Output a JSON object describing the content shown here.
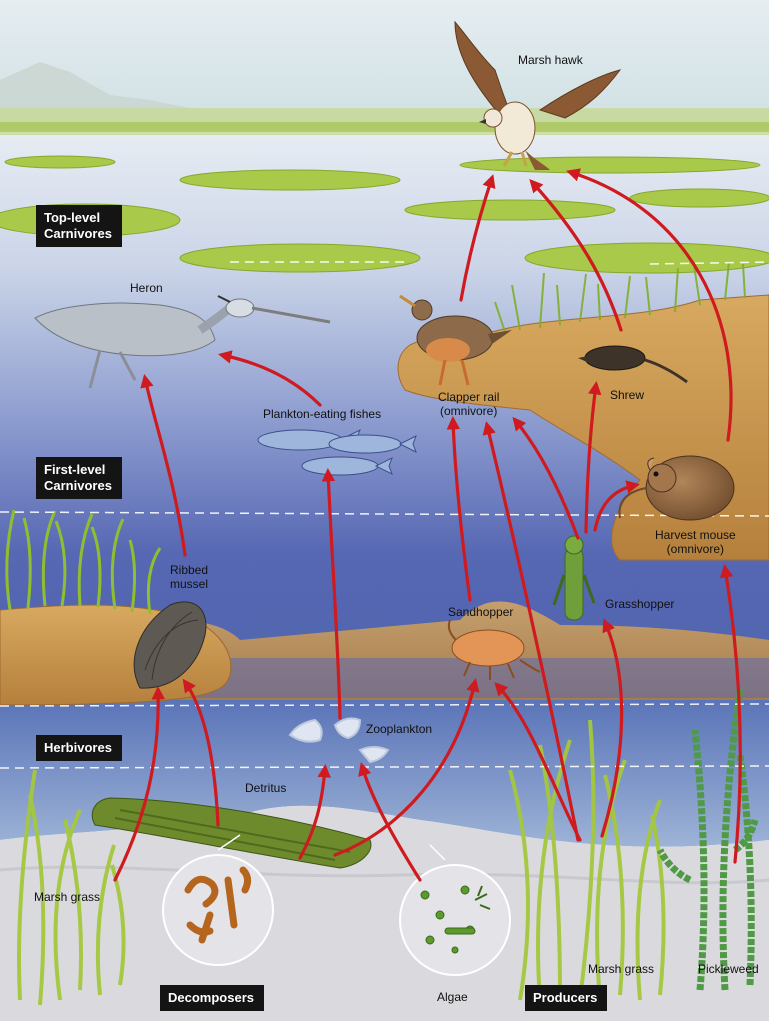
{
  "colors": {
    "sky_top": "#dfe9ef",
    "water_surface": "#dbe3ee",
    "water_deep": "#4a5ba8",
    "mud": "#c9974f",
    "sediment": "#d9d9de",
    "grass": "#9cc23a",
    "arrow": "#c3161a",
    "level_box": "#141414"
  },
  "trophic_levels": {
    "top_level": "Top-level\nCarnivores",
    "first_level": "First-level\nCarnivores",
    "herbivores": "Herbivores",
    "decomposers": "Decomposers",
    "producers": "Producers"
  },
  "organisms": {
    "marsh_hawk": "Marsh hawk",
    "heron": "Heron",
    "clapper_rail": "Clapper rail\n(omnivore)",
    "shrew": "Shrew",
    "plankton_fishes": "Plankton-eating fishes",
    "harvest_mouse": "Harvest mouse\n(omnivore)",
    "ribbed_mussel": "Ribbed\nmussel",
    "sandhopper": "Sandhopper",
    "grasshopper": "Grasshopper",
    "zooplankton": "Zooplankton",
    "detritus": "Detritus",
    "marsh_grass_left": "Marsh grass",
    "algae": "Algae",
    "marsh_grass_right": "Marsh grass",
    "pickleweed": "Pickleweed"
  },
  "food_web_links": [
    {
      "from": "Clapper rail",
      "to": "Marsh hawk"
    },
    {
      "from": "Shrew",
      "to": "Marsh hawk"
    },
    {
      "from": "Harvest mouse",
      "to": "Marsh hawk"
    },
    {
      "from": "Plankton-eating fishes",
      "to": "Heron"
    },
    {
      "from": "Ribbed mussel",
      "to": "Heron"
    },
    {
      "from": "Sandhopper",
      "to": "Clapper rail"
    },
    {
      "from": "Marsh grass",
      "to": "Clapper rail"
    },
    {
      "from": "Grasshopper",
      "to": "Clapper rail"
    },
    {
      "from": "Grasshopper",
      "to": "Shrew"
    },
    {
      "from": "Grasshopper",
      "to": "Harvest mouse"
    },
    {
      "from": "Zooplankton",
      "to": "Plankton-eating fishes"
    },
    {
      "from": "Marsh grass",
      "to": "Ribbed mussel"
    },
    {
      "from": "Decomposers",
      "to": "Ribbed mussel"
    },
    {
      "from": "Detritus",
      "to": "Zooplankton"
    },
    {
      "from": "Algae",
      "to": "Zooplankton"
    },
    {
      "from": "Detritus",
      "to": "Sandhopper"
    },
    {
      "from": "Marsh grass",
      "to": "Sandhopper"
    },
    {
      "from": "Marsh grass",
      "to": "Grasshopper"
    },
    {
      "from": "Pickleweed",
      "to": "Harvest mouse"
    }
  ]
}
